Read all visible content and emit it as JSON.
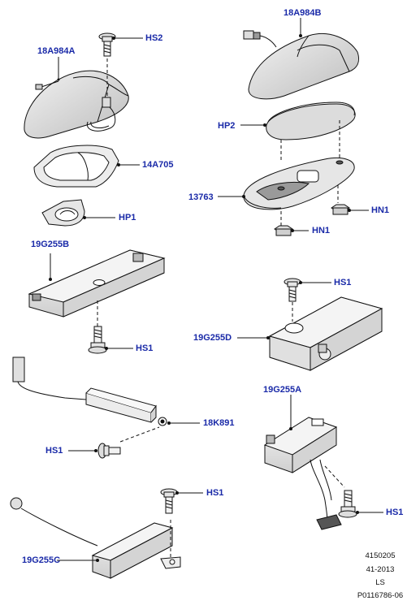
{
  "labels": {
    "part_18a984b": "18A984B",
    "part_18a984a": "18A984A",
    "hs2": "HS2",
    "hp2": "HP2",
    "part_14a705": "14A705",
    "part_13763": "13763",
    "hn1_top": "HN1",
    "hp1": "HP1",
    "hn1_bottom": "HN1",
    "part_19g255b": "19G255B",
    "hs1_d": "HS1",
    "hs1_b": "HS1",
    "part_19g255d": "19G255D",
    "part_18k891": "18K891",
    "part_19g255a": "19G255A",
    "hs1_k": "HS1",
    "hs1_c": "HS1",
    "hs1_a": "HS1",
    "part_19g255c": "19G255C"
  },
  "footer": {
    "code1": "4150205",
    "code2": "41-2013",
    "code3": "LS",
    "code4": "P0116786-06"
  },
  "colors": {
    "label": "#1a2aa8",
    "line": "#111111",
    "shade": "#d9d9d9",
    "dark": "#555555"
  }
}
